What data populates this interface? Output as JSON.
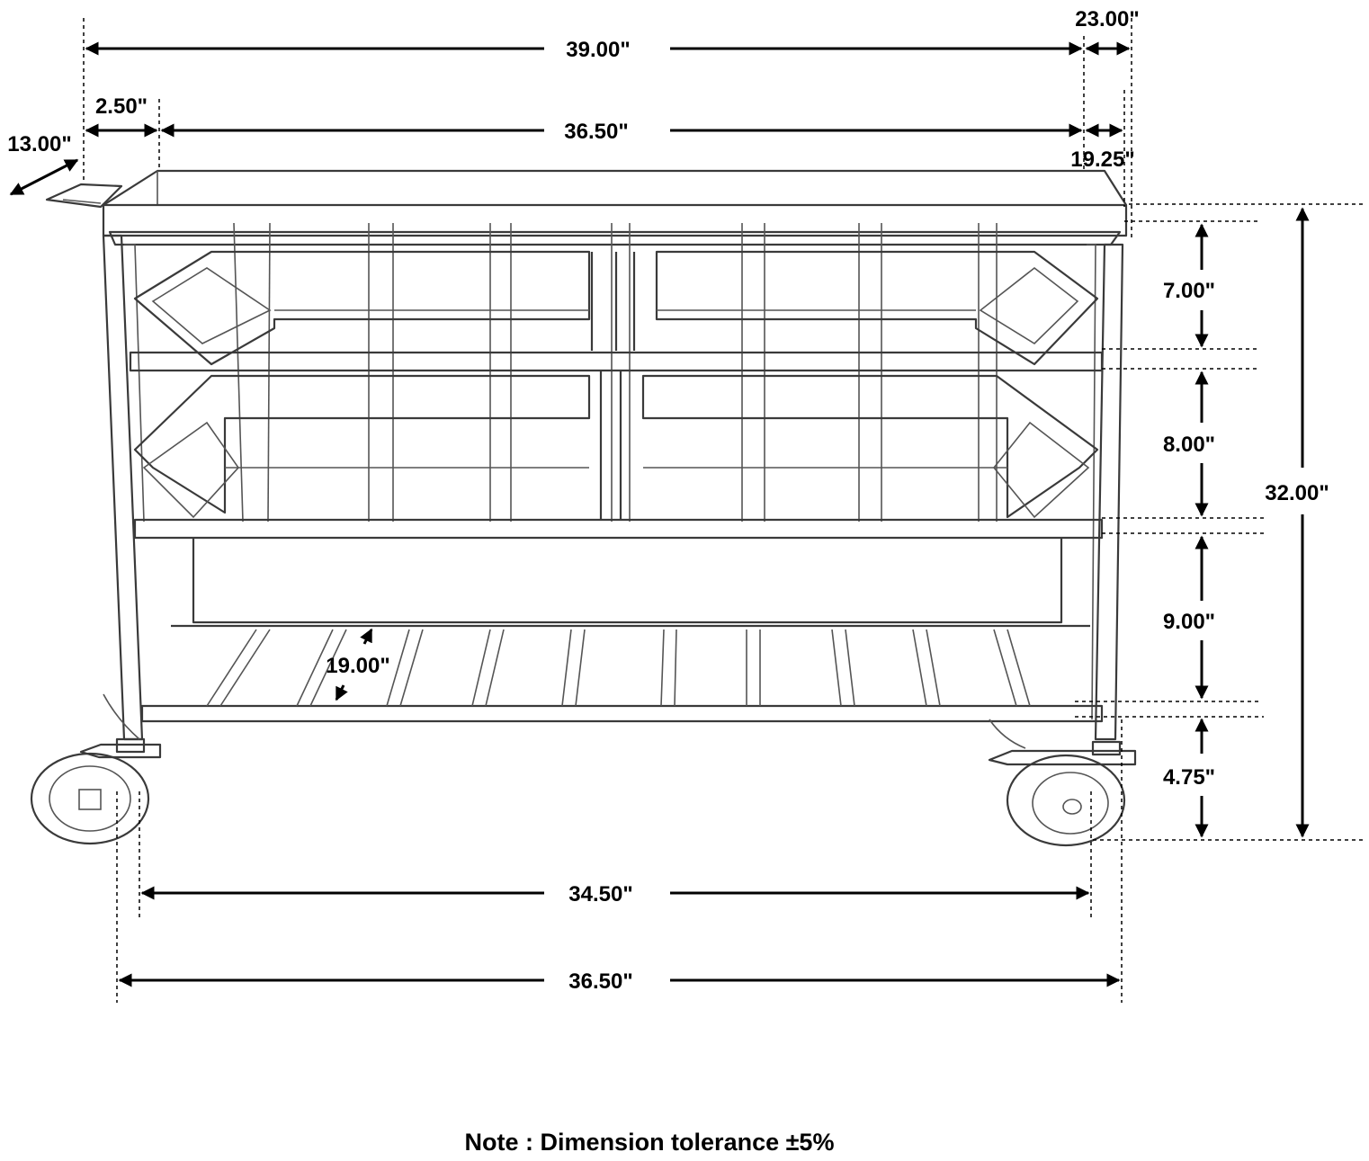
{
  "dimensions": {
    "overall_width": "39.00\"",
    "side_depth": "23.00\"",
    "handle_offset": "2.50\"",
    "top_width": "36.50\"",
    "handle_depth": "13.00\"",
    "top_depth": "19.25\"",
    "top_drawer_height": "7.00\"",
    "middle_drawer_height": "8.00\"",
    "open_shelf_height": "9.00\"",
    "shelf_depth": "19.00\"",
    "caster_height": "4.75\"",
    "overall_height": "32.00\"",
    "inner_leg_span": "34.50\"",
    "base_width": "36.50\""
  },
  "note": "Note : Dimension tolerance ±5%"
}
